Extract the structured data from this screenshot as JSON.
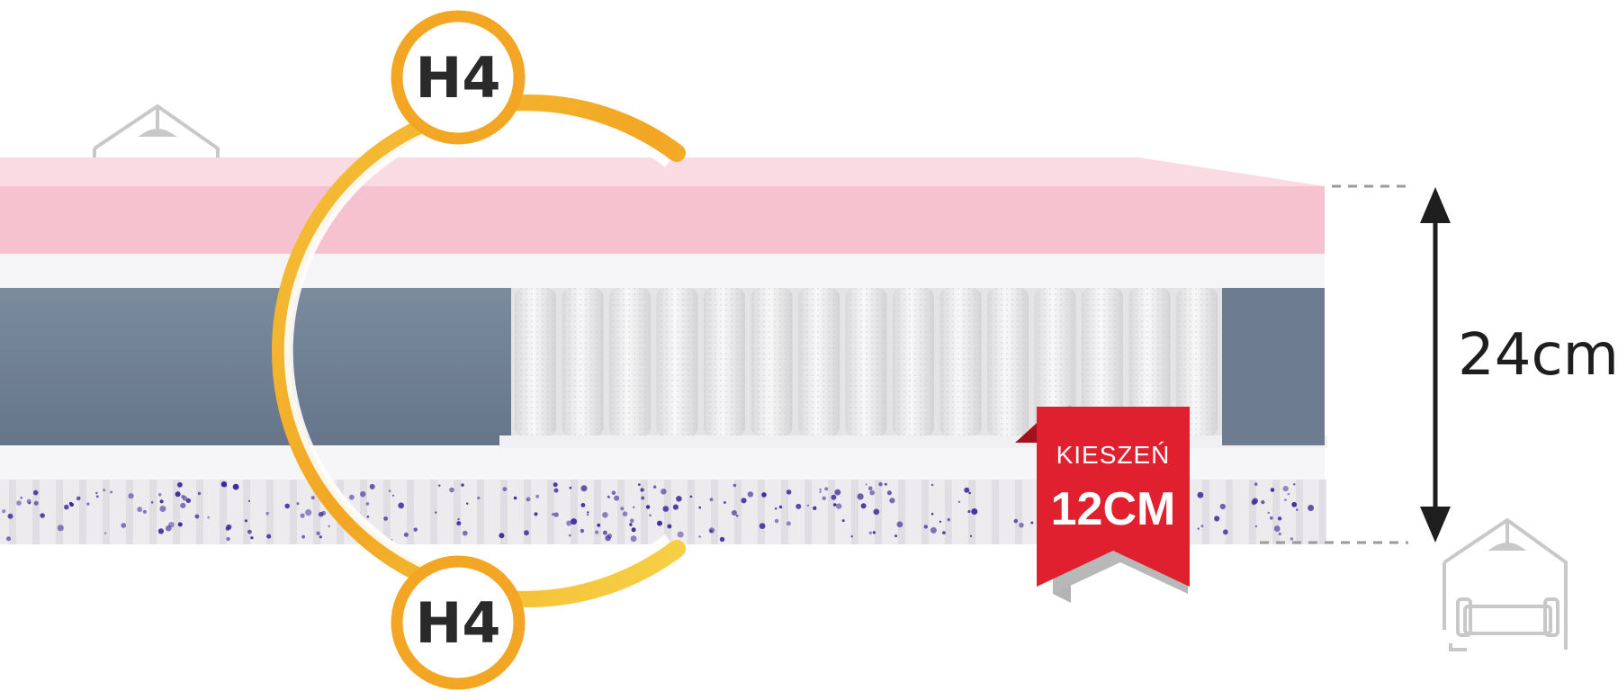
{
  "labels": {
    "firmness_top": "H4",
    "firmness_bottom": "H4",
    "height": "24cm",
    "pocket_label": "KIESZEŃ",
    "pocket_size": "12CM"
  },
  "colors": {
    "pink_top": "#f9d3dc",
    "pink_side": "#f7bfcc",
    "white_layer": "#f6f6f8",
    "blue_foam": "#6f7e91",
    "springs": "#e9e9ea",
    "ring_gold": "#f2a623",
    "badge_red": "#e01f2f",
    "speckle": "#3b2a9a"
  },
  "icons": {
    "top_left": "home-sofa-icon",
    "bottom_right": "home-sofa-icon",
    "height_arrow": "double-arrow-vertical-icon"
  }
}
